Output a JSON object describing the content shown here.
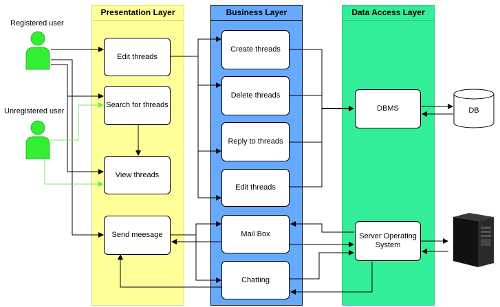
{
  "lanes": {
    "presentation": "Presentation Layer",
    "business": "Business Layer",
    "data_access": "Data Access Layer"
  },
  "actors": {
    "registered": "Registered user",
    "unregistered": "Unregistered user"
  },
  "presentation": {
    "edit_threads": "Edit threads",
    "search_threads": "Search for threads",
    "view_threads": "View threads",
    "send_message": "Send meesage"
  },
  "business": {
    "create_threads": "Create threads",
    "delete_threads": "Delete threads",
    "reply_threads": "Reply to threads",
    "edit_threads": "Edit threads",
    "mail_box": "Mail Box",
    "chatting": "Chatting"
  },
  "data_access": {
    "dbms": "DBMS",
    "server_os": "Server Operating System"
  },
  "external": {
    "db": "DB",
    "server_icon": "server-tower-icon"
  },
  "colors": {
    "presentation_fill": "#ffff99",
    "business_fill": "#66aaff",
    "data_access_fill": "#33ee99",
    "actor_fill": "#33ee33",
    "unregistered_link": "#66ee66"
  }
}
